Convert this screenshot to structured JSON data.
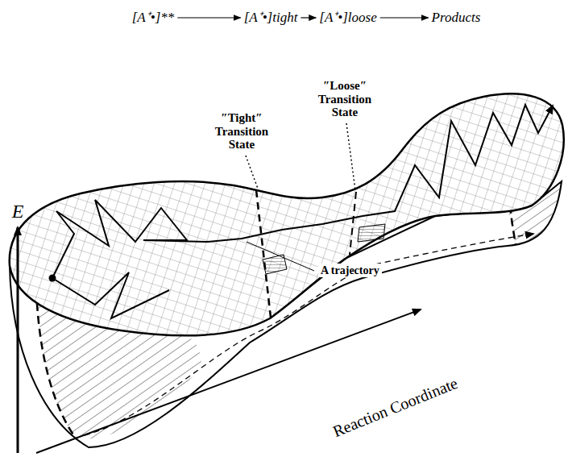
{
  "diagram": {
    "nodes": [
      {
        "text": [
          "[A⁺•]**"
        ]
      },
      {
        "text": [
          "[A⁺•]tight"
        ]
      },
      {
        "text": [
          "[A⁺•]loose"
        ]
      },
      {
        "text": [
          "Products"
        ]
      }
    ],
    "edges": [
      {
        "from": 0,
        "to": 1,
        "arrow": "to"
      },
      {
        "from": 1,
        "to": 2,
        "arrow": "to"
      },
      {
        "from": 2,
        "to": 3,
        "arrow": "to"
      }
    ],
    "labels": [
      "″Tight″ Transition State",
      "″Loose″ Transition State",
      "A trajectory",
      "E",
      "Reaction Coordinate"
    ]
  }
}
